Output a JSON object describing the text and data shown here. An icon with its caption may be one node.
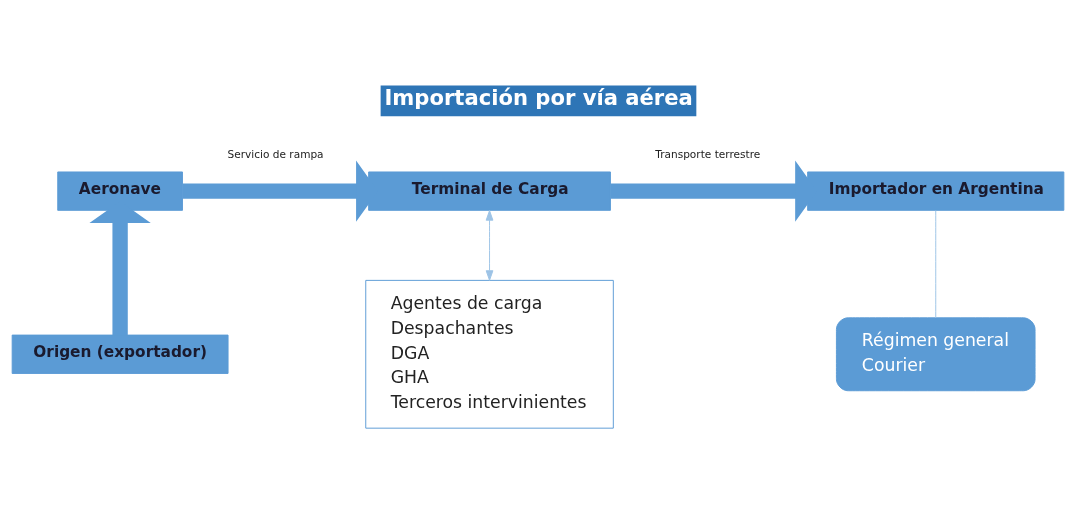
{
  "diagram": {
    "title": "Importación por vía aérea",
    "nodes": [
      {
        "text": [
          "Aeronave"
        ]
      },
      {
        "text": [
          "Terminal de Carga"
        ]
      },
      {
        "text": [
          "Importador en Argentina"
        ]
      },
      {
        "text": [
          "Origen (exportador)"
        ]
      },
      {
        "text": [
          "Agentes de carga",
          "Despachantes",
          "DGA",
          "GHA",
          "Terceros intervinientes"
        ]
      },
      {
        "text": [
          "Régimen general",
          "Courier"
        ]
      }
    ],
    "edges": [
      {
        "from": 3,
        "to": 0,
        "arrow": "to"
      },
      {
        "from": 0,
        "to": 1,
        "arrow": "to",
        "label": "Servicio de rampa"
      },
      {
        "from": 1,
        "to": 2,
        "arrow": "to",
        "label": "Transporte terrestre"
      },
      {
        "from": 1,
        "to": 4,
        "arrow": "both",
        "color": "#9dc3e6"
      },
      {
        "from": 2,
        "to": 5,
        "arrow": "none",
        "color": "#9dc3e6"
      }
    ]
  }
}
